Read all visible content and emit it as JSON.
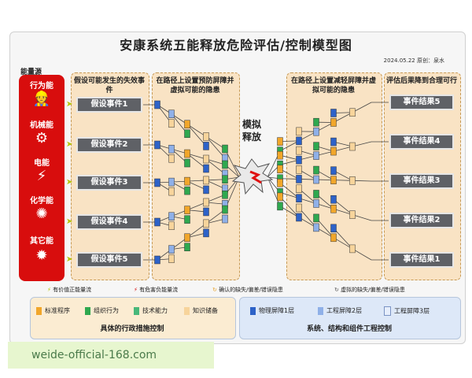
{
  "title": "安康系统五能释放危险评估/控制模型图",
  "meta": {
    "date": "2024.05.22",
    "author": "原创：泉水"
  },
  "energy": {
    "heading": "能量源",
    "items": [
      {
        "label": "行为能",
        "icon": "worker-icon"
      },
      {
        "label": "机械能",
        "icon": "gear-icon"
      },
      {
        "label": "电能",
        "icon": "lightning-icon"
      },
      {
        "label": "化学能",
        "icon": "explosion-icon"
      },
      {
        "label": "其它能",
        "icon": "burst-icon"
      }
    ]
  },
  "columns": {
    "hyp_head": "假设可能发生的失效事件",
    "prevent_head": "在路径上设置预防屏障并虚拟可能的隐患",
    "mitigate_head": "在路径上设置减轻屏障并虚拟可能的隐患",
    "result_head": "评估后果降到合理可行"
  },
  "events": [
    "假设事件1",
    "假设事件2",
    "假设事件3",
    "假设事件4",
    "假设事件5"
  ],
  "results": [
    "事件结果5",
    "事件结果4",
    "事件结果3",
    "事件结果2",
    "事件结果1"
  ],
  "center": {
    "line1": "模拟",
    "line2": "释放"
  },
  "legend": {
    "positive_flow": "有价值正能量流",
    "harmful_flow": "有危害负能量流",
    "confirmed": "确认的缺失/偏差/错误隐患",
    "virtual": "虚拟的缺失/偏差/错误隐患"
  },
  "admin": {
    "title": "具体的行政措施控制",
    "items": [
      {
        "label": "标准程序",
        "color": "#f1a62a"
      },
      {
        "label": "组织行为",
        "color": "#2fa84f"
      },
      {
        "label": "技术能力",
        "color": "#48b87a"
      },
      {
        "label": "知识储备",
        "color": "#f7d49b"
      }
    ]
  },
  "engineering": {
    "title": "系统、结构和组件工程控制",
    "items": [
      {
        "label": "物理屏障1层",
        "color": "#2d62c8"
      },
      {
        "label": "工程屏障2层",
        "color": "#8fb0e8"
      },
      {
        "label": "工程屏障3层",
        "color": "#e6eefc"
      }
    ]
  },
  "watermark": "weide-official-168.com",
  "colors": {
    "red": "#d80d0d",
    "box": "#5f6166",
    "panel": "#f9e3c4"
  }
}
